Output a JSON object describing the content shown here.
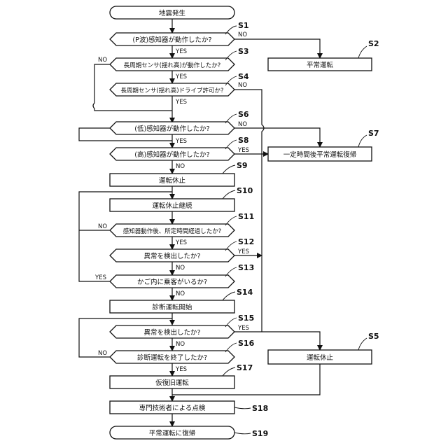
{
  "nodes": {
    "start": "地震発生",
    "s1": "(P波)感知器が動作したか?",
    "s2": "平常運転",
    "s3": "長周期センサ(揺れ高)が動作したか?",
    "s4": "長周期センサ(揺れ高)ドライブ許可か?",
    "s6": "(低)感知器が動作したか?",
    "s7": "一定時間後平常運転復帰",
    "s8": "(高)感知器が動作したか?",
    "s9": "運転休止",
    "s10": "運転休止継続",
    "s11": "感知器動作後、所定時間経過したか?",
    "s12": "異常を検出したか?",
    "s13": "かご内に乗客がいるか?",
    "s14": "診断運転開始",
    "s15": "異常を検出したか?",
    "s16": "診断運転を終了したか?",
    "s17": "仮復旧運転",
    "s18": "専門技術者による点検",
    "s19": "平常運転に復帰",
    "s5": "運転休止"
  },
  "steps": {
    "s1": "S1",
    "s2": "S2",
    "s3": "S3",
    "s4": "S4",
    "s5": "S5",
    "s6": "S6",
    "s7": "S7",
    "s8": "S8",
    "s9": "S9",
    "s10": "S10",
    "s11": "S11",
    "s12": "S12",
    "s13": "S13",
    "s14": "S14",
    "s15": "S15",
    "s16": "S16",
    "s17": "S17",
    "s18": "S18",
    "s19": "S19"
  },
  "branch": {
    "yes": "YES",
    "no": "NO"
  }
}
